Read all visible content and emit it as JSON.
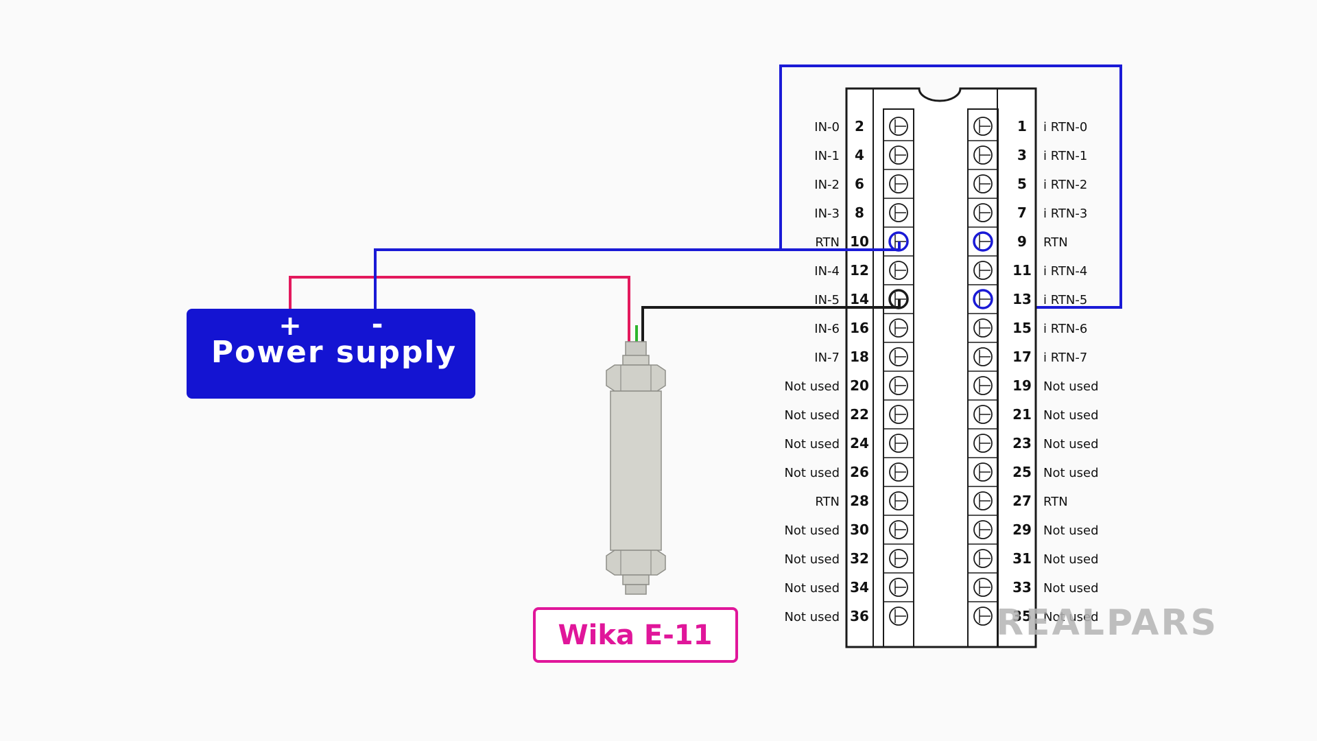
{
  "power_supply": {
    "title": "Power supply",
    "plus": "+",
    "minus": "-"
  },
  "sensor": {
    "label": "Wika E-11"
  },
  "watermark": "REALPARS",
  "colors": {
    "power_supply_fill": "#1414d2",
    "highlight_box": "#1a1ad6",
    "wire_positive": "#e3195d",
    "wire_negative": "#1a1ad6",
    "wire_signal": "#1a1a1a",
    "sensor_label": "#e0169a"
  },
  "terminal_block": {
    "left_rows": [
      {
        "label": "IN-0",
        "num": "2"
      },
      {
        "label": "IN-1",
        "num": "4"
      },
      {
        "label": "IN-2",
        "num": "6"
      },
      {
        "label": "IN-3",
        "num": "8"
      },
      {
        "label": "RTN",
        "num": "10"
      },
      {
        "label": "IN-4",
        "num": "12"
      },
      {
        "label": "IN-5",
        "num": "14"
      },
      {
        "label": "IN-6",
        "num": "16"
      },
      {
        "label": "IN-7",
        "num": "18"
      },
      {
        "label": "Not used",
        "num": "20"
      },
      {
        "label": "Not used",
        "num": "22"
      },
      {
        "label": "Not used",
        "num": "24"
      },
      {
        "label": "Not used",
        "num": "26"
      },
      {
        "label": "RTN",
        "num": "28"
      },
      {
        "label": "Not used",
        "num": "30"
      },
      {
        "label": "Not used",
        "num": "32"
      },
      {
        "label": "Not used",
        "num": "34"
      },
      {
        "label": "Not used",
        "num": "36"
      }
    ],
    "right_rows": [
      {
        "num": "1",
        "label": "i RTN-0"
      },
      {
        "num": "3",
        "label": "i RTN-1"
      },
      {
        "num": "5",
        "label": "i RTN-2"
      },
      {
        "num": "7",
        "label": "i RTN-3"
      },
      {
        "num": "9",
        "label": "RTN"
      },
      {
        "num": "11",
        "label": "i RTN-4"
      },
      {
        "num": "13",
        "label": "i RTN-5"
      },
      {
        "num": "15",
        "label": "i RTN-6"
      },
      {
        "num": "17",
        "label": "i RTN-7"
      },
      {
        "num": "19",
        "label": "Not used"
      },
      {
        "num": "21",
        "label": "Not used"
      },
      {
        "num": "23",
        "label": "Not used"
      },
      {
        "num": "25",
        "label": "Not used"
      },
      {
        "num": "27",
        "label": "RTN"
      },
      {
        "num": "29",
        "label": "Not used"
      },
      {
        "num": "31",
        "label": "Not used"
      },
      {
        "num": "33",
        "label": "Not used"
      },
      {
        "num": "35",
        "label": "Not used"
      }
    ]
  }
}
